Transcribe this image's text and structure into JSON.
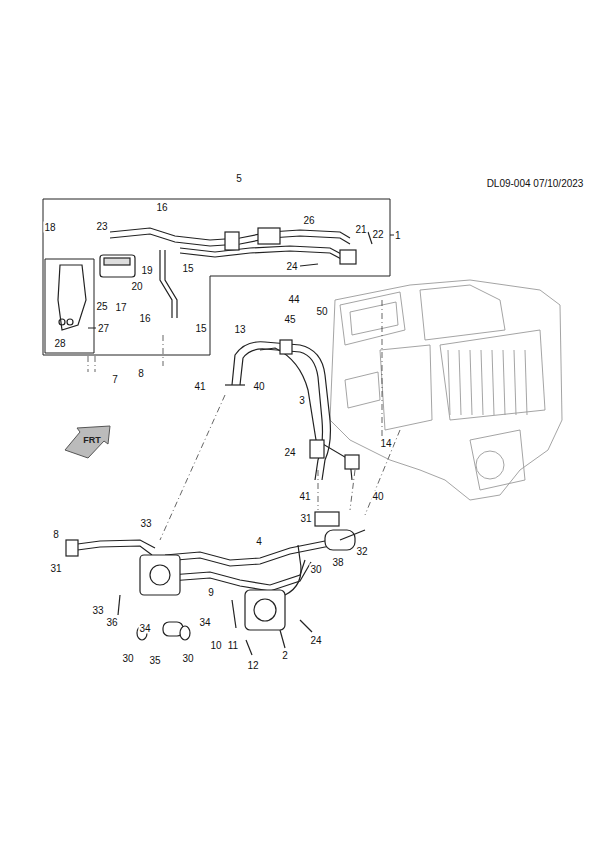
{
  "diagram": {
    "nodes": [
      {
        "text": [
          "1"
        ]
      },
      {
        "text": [
          "27"
        ],
        "in": 0
      }
    ],
    "labels": [
      "DL09-004 07/10/2023",
      "5",
      "16",
      "26",
      "23",
      "18",
      "21",
      "22",
      "24",
      "19",
      "15",
      "20",
      "44",
      "25",
      "17",
      "50",
      "16",
      "45",
      "15",
      "13",
      "28",
      "8",
      "7",
      "41",
      "40",
      "3",
      "FRT",
      "14",
      "24",
      "41",
      "40",
      "31",
      "33",
      "8",
      "4",
      "32",
      "38",
      "31",
      "30",
      "9",
      "33",
      "36",
      "34",
      "34",
      "24",
      "10",
      "11",
      "2",
      "30",
      "35",
      "30",
      "12"
    ]
  }
}
